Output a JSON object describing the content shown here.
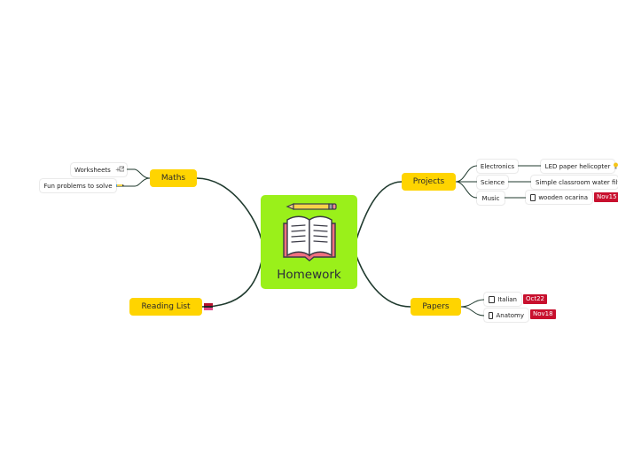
{
  "central": {
    "title": "Homework"
  },
  "branches": {
    "maths": {
      "label": "Maths",
      "children": [
        {
          "label": "Worksheets"
        },
        {
          "label": "Fun problems to solve"
        }
      ]
    },
    "reading_list": {
      "label": "Reading List"
    },
    "projects": {
      "label": "Projects",
      "children": [
        {
          "label": "Electronics",
          "child": {
            "label": "LED paper helicopter"
          }
        },
        {
          "label": "Science",
          "child": {
            "label": "Simple classroom water filt"
          }
        },
        {
          "label": "Music",
          "child": {
            "label": "wooden ocarina",
            "checkbox": true,
            "badge": "Nov15"
          }
        }
      ]
    },
    "papers": {
      "label": "Papers",
      "children": [
        {
          "label": "Italian",
          "checkbox": true,
          "badge": "Oct22"
        },
        {
          "label": "Anatomy",
          "checkbox": true,
          "badge": "Nov18"
        }
      ]
    }
  },
  "colors": {
    "central_fill": "#9af01a",
    "main_fill": "#ffd400",
    "connector": "#1f3a2e",
    "badge": "#c8102e"
  },
  "icons": {
    "central": "open-book-with-pencil-icon",
    "worksheets": "external-link-icon",
    "fun_problems": "pencil-icon",
    "reading_list": "flag-icon",
    "led_helicopter": "bulb-icon"
  }
}
